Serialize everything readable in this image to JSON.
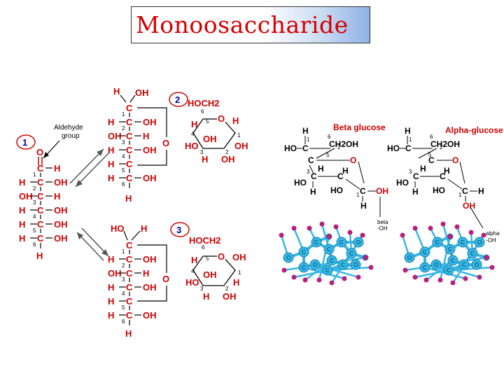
{
  "title": "Monoosaccharide",
  "colors": {
    "title": "#d40000",
    "atom_red": "#cc0000",
    "bond_blue": "#35b7e6",
    "red_atom_ball": "#b81f7d"
  },
  "left_panel": {
    "aldehyde_label": [
      "Aldehyde",
      "group"
    ],
    "labels": {
      "one": "1",
      "two": "2",
      "three": "3"
    },
    "fischer1": {
      "top_O": "O",
      "rows": [
        {
          "left": "",
          "c": "C",
          "right": "H",
          "n": "1"
        },
        {
          "left": "H",
          "c": "C",
          "right": "OH",
          "n": "2"
        },
        {
          "left": "OH",
          "c": "C",
          "right": "H",
          "n": "3"
        },
        {
          "left": "H",
          "c": "C",
          "right": "OH",
          "n": "4"
        },
        {
          "left": "H",
          "c": "C",
          "right": "OH",
          "n": "5"
        },
        {
          "left": "H",
          "c": "C",
          "right": "OH",
          "n": "6"
        }
      ],
      "bottom_H": "H"
    },
    "fischer2": {
      "top": [
        "H",
        "OH"
      ],
      "rows": [
        {
          "left": "",
          "c": "C",
          "right": "",
          "n": "1"
        },
        {
          "left": "H",
          "c": "C",
          "right": "OH",
          "n": "2"
        },
        {
          "left": "OH",
          "c": "C",
          "right": "H",
          "n": "3"
        },
        {
          "left": "H",
          "c": "C",
          "right": "OH",
          "n": "4"
        },
        {
          "left": "H",
          "c": "C",
          "right": "",
          "n": "5"
        },
        {
          "left": "H",
          "c": "C",
          "right": "OH",
          "n": "6"
        }
      ],
      "bottom_H": "H",
      "O_bridge": "O"
    },
    "fischer3": {
      "top": [
        "HO",
        "H"
      ],
      "rows": [
        {
          "left": "",
          "c": "C",
          "right": "",
          "n": "1"
        },
        {
          "left": "H",
          "c": "C",
          "right": "OH",
          "n": "2"
        },
        {
          "left": "OH",
          "c": "C",
          "right": "H",
          "n": "3"
        },
        {
          "left": "H",
          "c": "C",
          "right": "OH",
          "n": "4"
        },
        {
          "left": "H",
          "c": "C",
          "right": "",
          "n": "5"
        },
        {
          "left": "H",
          "c": "C",
          "right": "OH",
          "n": "6"
        }
      ],
      "bottom_H": "H",
      "O_bridge": "O"
    },
    "ring2": {
      "hoch2": "HOCH2",
      "O": "O",
      "H_right": "H",
      "H_left": "H",
      "HO_left": "HO",
      "OH_mid": "OH",
      "OH_right": "OH",
      "H_bottom": "H",
      "OH_bottom": "OH",
      "nums": [
        "6",
        "5",
        "4",
        "3",
        "2",
        "1"
      ]
    },
    "ring3": {
      "hoch2": "HOCH2",
      "O": "O",
      "OH_right": "OH",
      "H_left": "H",
      "HO_left": "HO",
      "OH_mid": "OH",
      "H_right": "H",
      "H_bottom": "H",
      "OH_bottom": "OH",
      "nums": [
        "6",
        "5",
        "4",
        "3",
        "2",
        "1"
      ]
    }
  },
  "right_panel": {
    "beta_title": "Beta glucose",
    "alpha_title": "Alpha-glucose",
    "beta_label": [
      "beta",
      "-OH"
    ],
    "alpha_label": [
      "alpha",
      "-OH"
    ],
    "beta": {
      "H_top": "H",
      "HO_left": "HO",
      "C": "C",
      "CH2OH": "CH2OH",
      "O": "O",
      "H": "H",
      "HO": "HO",
      "OH": "OH",
      "nums": [
        "6",
        "4",
        "5",
        "3",
        "2",
        "1"
      ]
    },
    "alpha": {
      "H_top": "H",
      "HO_left": "HO",
      "C": "C",
      "CH2OH": "CH2OH",
      "O": "O",
      "H": "H",
      "HO": "HO",
      "OH": "OH",
      "nums": [
        "6",
        "4",
        "5",
        "3",
        "2",
        "1"
      ]
    },
    "ball_letters": {
      "carbon": "C",
      "oxygen": "O"
    }
  }
}
